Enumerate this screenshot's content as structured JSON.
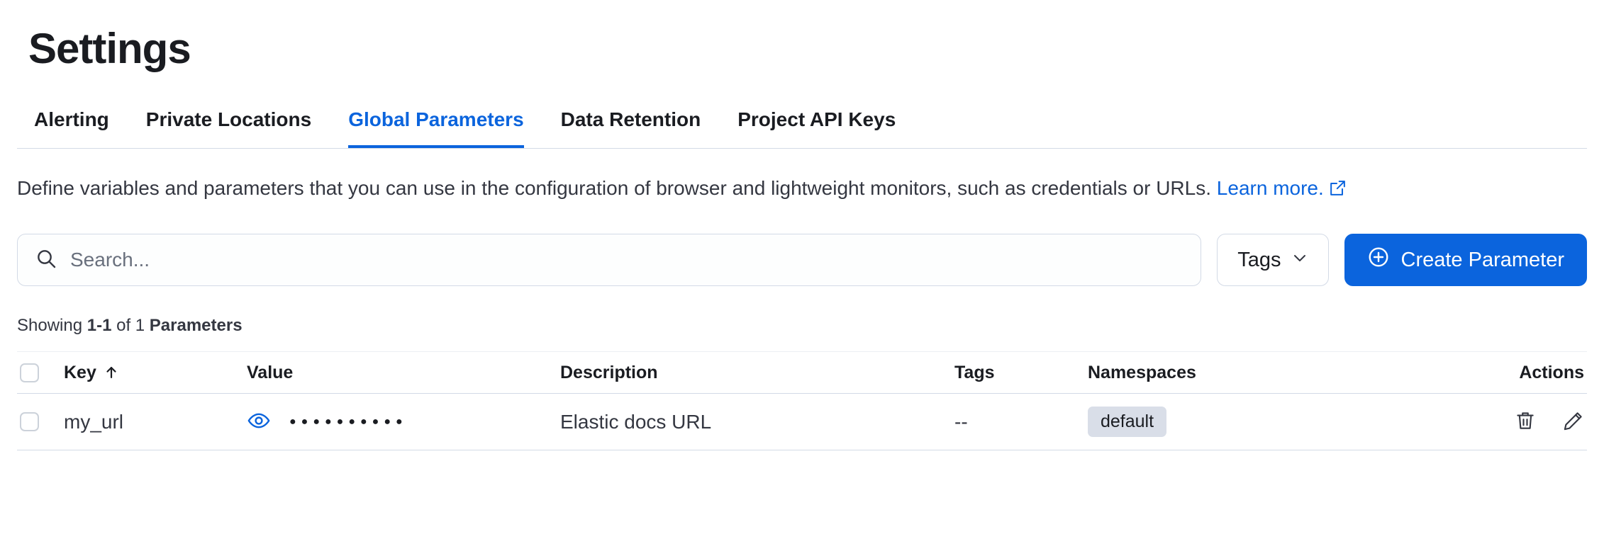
{
  "page": {
    "title": "Settings"
  },
  "tabs": [
    {
      "label": "Alerting",
      "active": false
    },
    {
      "label": "Private Locations",
      "active": false
    },
    {
      "label": "Global Parameters",
      "active": true
    },
    {
      "label": "Data Retention",
      "active": false
    },
    {
      "label": "Project API Keys",
      "active": false
    }
  ],
  "description": {
    "text": "Define variables and parameters that you can use in the configuration of browser and lightweight monitors, such as credentials or URLs.",
    "link_label": "Learn more."
  },
  "toolbar": {
    "search_placeholder": "Search...",
    "tags_button": "Tags",
    "create_button": "Create Parameter"
  },
  "results": {
    "prefix": "Showing",
    "range": "1-1",
    "middle": "of 1",
    "suffix": "Parameters"
  },
  "table": {
    "headers": [
      "Key",
      "Value",
      "Description",
      "Tags",
      "Namespaces",
      "Actions"
    ],
    "rows": [
      {
        "key": "my_url",
        "value_masked": "●●●●●●●●●●",
        "description": "Elastic docs URL",
        "tags": "--",
        "namespace": "default"
      }
    ]
  },
  "icons": {
    "search": "search-icon",
    "chevron": "chevron-down-icon",
    "plus": "plus-in-circle-icon",
    "popout": "external-link-icon",
    "sort": "sort-ascending-icon",
    "eye": "eye-icon",
    "trash": "trash-icon",
    "pencil": "pencil-icon"
  },
  "colors": {
    "primary": "#0b64dd",
    "text": "#343741",
    "border": "#d3dae6",
    "badge_bg": "#d9dee8"
  }
}
